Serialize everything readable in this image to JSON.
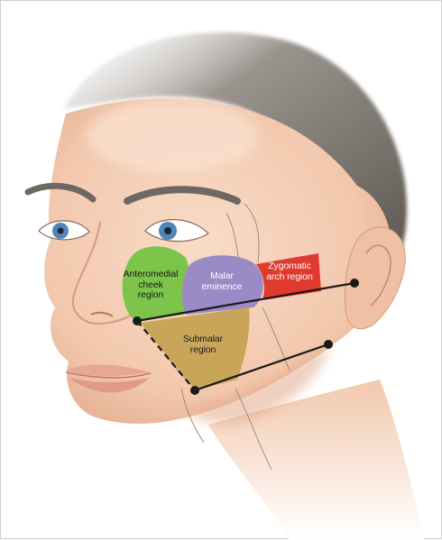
{
  "regions": [
    {
      "id": "anteromedial-cheek",
      "label": "Anteromedial\ncheek\nregion",
      "color": "#7cc44a",
      "text_color": "#1a1a1a"
    },
    {
      "id": "malar-eminence",
      "label": "Malar\neminence",
      "color": "#9a8ac6",
      "text_color": "#ffffff"
    },
    {
      "id": "zygomatic-arch",
      "label": "Zygomatic\narch region",
      "color": "#e0392e",
      "text_color": "#ffffff"
    },
    {
      "id": "submalar",
      "label": "Submalar\nregion",
      "color": "#c9a55a",
      "text_color": "#1a1a1a"
    }
  ],
  "colors": {
    "skin": "#f6d3bd",
    "skin_shadow": "#e7b59a",
    "hair": "#6e6862",
    "iris": "#4f86b8",
    "lips": "#e7a795",
    "lines": "#1a1a1a"
  }
}
